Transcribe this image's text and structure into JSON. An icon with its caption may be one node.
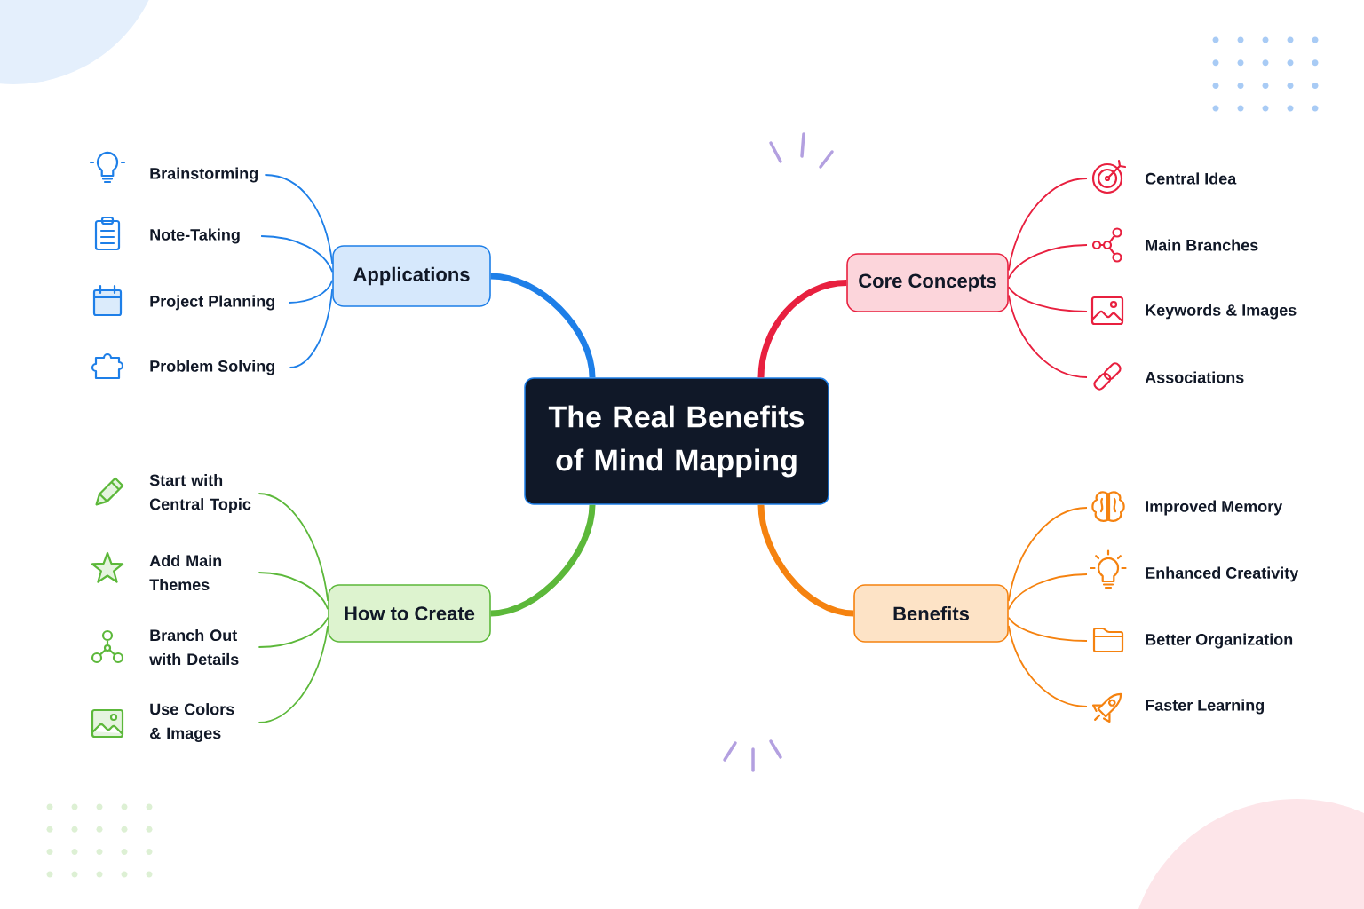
{
  "diagram": {
    "nodes": [
      {
        "text": [
          "The Real Benefits of Mind Mapping"
        ]
      },
      {
        "text": [
          "Applications"
        ]
      },
      {
        "text": [
          "Brainstorming"
        ]
      },
      {
        "text": [
          "Note-Taking"
        ]
      },
      {
        "text": [
          "Project Planning"
        ]
      },
      {
        "text": [
          "Problem Solving"
        ]
      },
      {
        "text": [
          "Core Concepts"
        ]
      },
      {
        "text": [
          "Central Idea"
        ]
      },
      {
        "text": [
          "Main Branches"
        ]
      },
      {
        "text": [
          "Keywords & Images"
        ]
      },
      {
        "text": [
          "Associations"
        ]
      },
      {
        "text": [
          "How to Create"
        ]
      },
      {
        "text": [
          "Start with Central Topic"
        ]
      },
      {
        "text": [
          "Add Main Themes"
        ]
      },
      {
        "text": [
          "Branch Out with Details"
        ]
      },
      {
        "text": [
          "Use Colors & Images"
        ]
      },
      {
        "text": [
          "Benefits"
        ]
      },
      {
        "text": [
          "Improved Memory"
        ]
      },
      {
        "text": [
          "Enhanced Creativity"
        ]
      },
      {
        "text": [
          "Better Organization"
        ]
      },
      {
        "text": [
          "Faster Learning"
        ]
      }
    ],
    "edges": [
      {
        "from": 0,
        "to": 1,
        "arrow": "none",
        "style": "thick",
        "color": "#1e7fe8"
      },
      {
        "from": 1,
        "to": 2,
        "arrow": "none",
        "color": "#1e7fe8"
      },
      {
        "from": 1,
        "to": 3,
        "arrow": "none",
        "color": "#1e7fe8"
      },
      {
        "from": 1,
        "to": 4,
        "arrow": "none",
        "color": "#1e7fe8"
      },
      {
        "from": 1,
        "to": 5,
        "arrow": "none",
        "color": "#1e7fe8"
      },
      {
        "from": 0,
        "to": 6,
        "arrow": "none",
        "style": "thick",
        "color": "#e8203f"
      },
      {
        "from": 6,
        "to": 7,
        "arrow": "none",
        "color": "#e8203f"
      },
      {
        "from": 6,
        "to": 8,
        "arrow": "none",
        "color": "#e8203f"
      },
      {
        "from": 6,
        "to": 9,
        "arrow": "none",
        "color": "#e8203f"
      },
      {
        "from": 6,
        "to": 10,
        "arrow": "none",
        "color": "#e8203f"
      },
      {
        "from": 0,
        "to": 11,
        "arrow": "none",
        "style": "thick",
        "color": "#5cb83a"
      },
      {
        "from": 11,
        "to": 12,
        "arrow": "none",
        "color": "#5cb83a"
      },
      {
        "from": 11,
        "to": 13,
        "arrow": "none",
        "color": "#5cb83a"
      },
      {
        "from": 11,
        "to": 14,
        "arrow": "none",
        "color": "#5cb83a"
      },
      {
        "from": 11,
        "to": 15,
        "arrow": "none",
        "color": "#5cb83a"
      },
      {
        "from": 0,
        "to": 16,
        "arrow": "none",
        "style": "thick",
        "color": "#f5820f"
      },
      {
        "from": 16,
        "to": 17,
        "arrow": "none",
        "color": "#f5820f"
      },
      {
        "from": 16,
        "to": 18,
        "arrow": "none",
        "color": "#f5820f"
      },
      {
        "from": 16,
        "to": 19,
        "arrow": "none",
        "color": "#f5820f"
      },
      {
        "from": 16,
        "to": 20,
        "arrow": "none",
        "color": "#f5820f"
      }
    ]
  }
}
